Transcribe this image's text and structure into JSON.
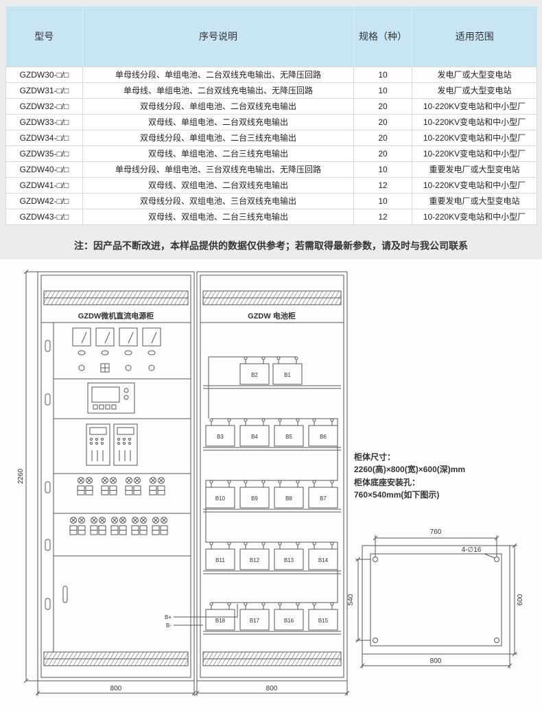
{
  "table": {
    "headers": [
      "型号",
      "序号说明",
      "规格（种）",
      "适用范围"
    ],
    "rows": [
      {
        "model": "GZDW30-□/□",
        "desc": "单母线分段、单组电池、二台双线充电输出、无降压回路",
        "spec": "10",
        "scope": "发电厂或大型变电站"
      },
      {
        "model": "GZDW31-□/□",
        "desc": "单母线、单组电池、二台双线充电输出、无降压回路",
        "spec": "10",
        "scope": "发电厂或大型变电站"
      },
      {
        "model": "GZDW32-□/□",
        "desc": "双母线分段、单组电池、二台双线充电输出",
        "spec": "20",
        "scope": "10-220KV变电站和中小型厂"
      },
      {
        "model": "GZDW33-□/□",
        "desc": "双母线、单组电池、二台双线充电输出",
        "spec": "20",
        "scope": "10-220KV变电站和中小型厂"
      },
      {
        "model": "GZDW34-□/□",
        "desc": "双母线分段、单组电池、二台三线充电输出",
        "spec": "20",
        "scope": "10-220KV变电站和中小型厂"
      },
      {
        "model": "GZDW35-□/□",
        "desc": "双母线、单组电池、二台三线充电输出",
        "spec": "20",
        "scope": "10-220KV变电站和中小型厂"
      },
      {
        "model": "GZDW40-□/□",
        "desc": "单母线分段、单组电池、三台双线充电输出、无降压回路",
        "spec": "10",
        "scope": "重要发电厂或大型变电站"
      },
      {
        "model": "GZDW41-□/□",
        "desc": "双母线、双组电池、二台双线充电输出",
        "spec": "12",
        "scope": "10-220KV变电站和中小型厂"
      },
      {
        "model": "GZDW42-□/□",
        "desc": "双母线分段、双组电池、三台双线充电输出",
        "spec": "10",
        "scope": "重要发电厂或大型变电站"
      },
      {
        "model": "GZDW43-□/□",
        "desc": "双母线、双组电池、二台三线充电输出",
        "spec": "12",
        "scope": "10-220KV变电站和中小型厂"
      }
    ]
  },
  "note": "注：因产品不断改进，本样品提供的数据仅供参考；若需取得最新参数，请及时与我公司联系",
  "diagram": {
    "left_cabinet_title": "GZDW微机直流电源柜",
    "right_cabinet_title": "GZDW 电池柜",
    "height_dim": "2260",
    "left_width_dim": "800",
    "right_width_dim": "800",
    "bus_positive": "B+",
    "bus_negative": "B-",
    "battery_rows": [
      [
        "B2",
        "B1"
      ],
      [
        "B3",
        "B4",
        "B5",
        "B6"
      ],
      [
        "B10",
        "B9",
        "B8",
        "B7"
      ],
      [
        "B11",
        "B12",
        "B13",
        "B14"
      ],
      [
        "B18",
        "B17",
        "B16",
        "B15"
      ]
    ],
    "specs": {
      "line1": "柜体尺寸：",
      "line2": "2260(高)×800(宽)×600(深)mm",
      "line3": "柜体底座安装孔：",
      "line4": "760×540mm(如下图示)"
    },
    "base": {
      "top_dim": "760",
      "left_dim": "540",
      "right_dim": "600",
      "bottom_dim": "800",
      "hole_label": "4-∅16"
    }
  }
}
